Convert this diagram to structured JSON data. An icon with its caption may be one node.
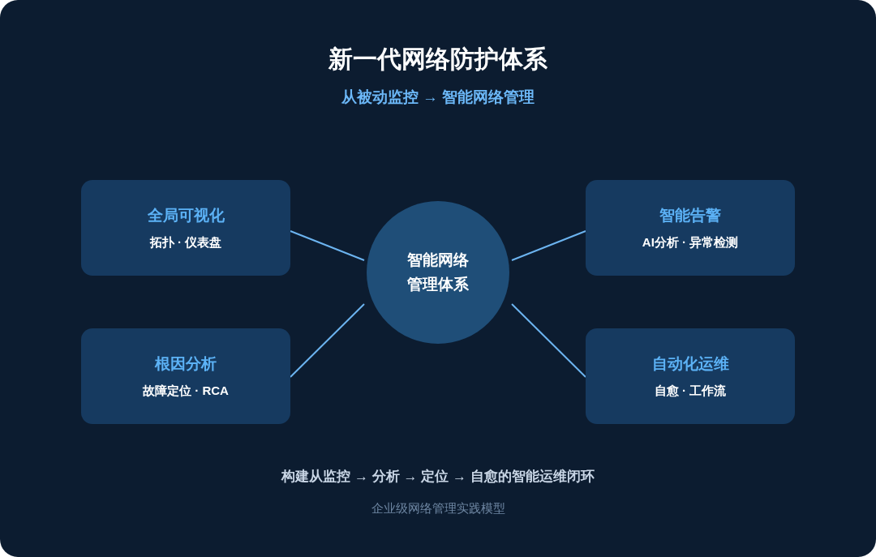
{
  "diagram": {
    "title": "新一代网络防护体系",
    "nodes": [
      {
        "text": [
          "全局可视化",
          "拓扑 · 仪表盘"
        ]
      },
      {
        "text": [
          "智能告警",
          "AI分析 · 异常检测"
        ]
      },
      {
        "text": [
          "智能网络管理体系"
        ]
      },
      {
        "text": [
          "根因分析",
          "故障定位 · RCA"
        ]
      },
      {
        "text": [
          "自动化运维",
          "自愈 · 工作流"
        ]
      }
    ],
    "edges": [
      {
        "from": 0,
        "to": 2,
        "arrow": "none"
      },
      {
        "from": 1,
        "to": 2,
        "arrow": "none"
      },
      {
        "from": 3,
        "to": 2,
        "arrow": "none"
      },
      {
        "from": 4,
        "to": 2,
        "arrow": "none"
      }
    ],
    "labels": [
      "从被动监控 → 智能网络管理",
      "构建从监控 → 分析 → 定位 → 自愈的智能运维闭环",
      "企业级网络管理实践模型"
    ]
  }
}
